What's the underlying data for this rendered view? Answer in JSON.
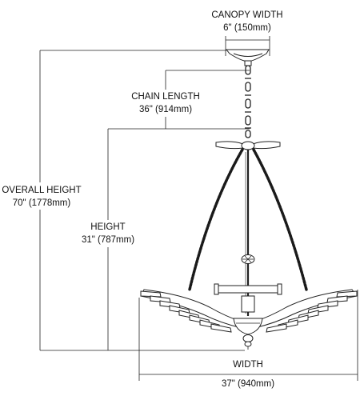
{
  "dimensions": {
    "canopy_width": {
      "label": "CANOPY WIDTH",
      "value": "6\" (150mm)"
    },
    "chain_length": {
      "label": "CHAIN LENGTH",
      "value": "36\" (914mm)"
    },
    "overall_height": {
      "label": "OVERALL HEIGHT",
      "value": "70\" (1778mm)"
    },
    "height": {
      "label": "HEIGHT",
      "value": "31\" (787mm)"
    },
    "width": {
      "label": "WIDTH",
      "value": "37\" (940mm)"
    }
  }
}
